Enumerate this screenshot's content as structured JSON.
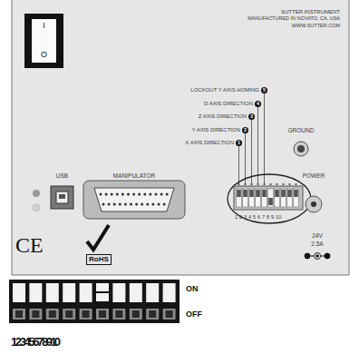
{
  "diagram": {
    "labels": [
      "SUTTER INSTRUMENT",
      "MANUFACTURED IN NOVATO, CA, USA",
      "WWW.SUTTER.COM",
      "LOCKOUT Y AXIS HOMING",
      "5",
      "D AXIS DIRECTION",
      "4",
      "Z AXIS DIRECTION",
      "3",
      "Y AXIS DIRECTION",
      "2",
      "X AXIS DIRECTION",
      "1",
      "GROUND",
      "I",
      "O",
      "USB",
      "MANIPULATOR",
      "POWER",
      "1 2 3 4 5 6 7 8 9 10",
      "24V",
      "2.5A",
      "CE",
      "RoHS",
      "ON",
      "OFF",
      "1 2 3 4 5 6 7 8 9 10"
    ]
  }
}
